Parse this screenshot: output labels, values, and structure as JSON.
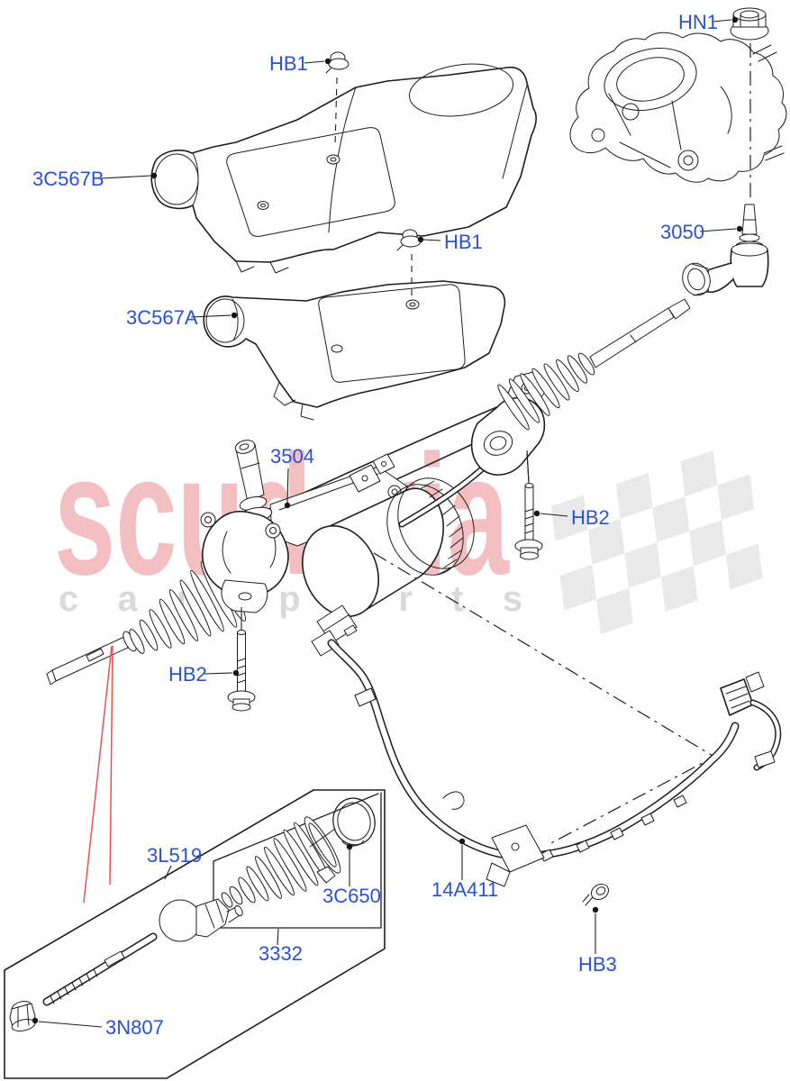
{
  "watermark": {
    "brand": "scuderia",
    "tagline": "car parts"
  },
  "colors": {
    "background": "#ffffff",
    "label_blue": "#2b51d3",
    "line_black": "#1e1e1e",
    "pointer_red": "#ee5151",
    "watermark_red": "#dd2e3a",
    "watermark_gray": "#d9d9d9",
    "checker_gray": "#e9e9e9"
  },
  "labels": [
    {
      "code": "3C567B"
    },
    {
      "code": "HB1"
    },
    {
      "code": "HN1"
    },
    {
      "code": "HB1"
    },
    {
      "code": "3C567A"
    },
    {
      "code": "3504"
    },
    {
      "code": "HB2"
    },
    {
      "code": "HB2"
    },
    {
      "code": "3050"
    },
    {
      "code": "3L519"
    },
    {
      "code": "3C650"
    },
    {
      "code": "3332"
    },
    {
      "code": "3N807"
    },
    {
      "code": "14A411"
    },
    {
      "code": "HB3"
    }
  ]
}
